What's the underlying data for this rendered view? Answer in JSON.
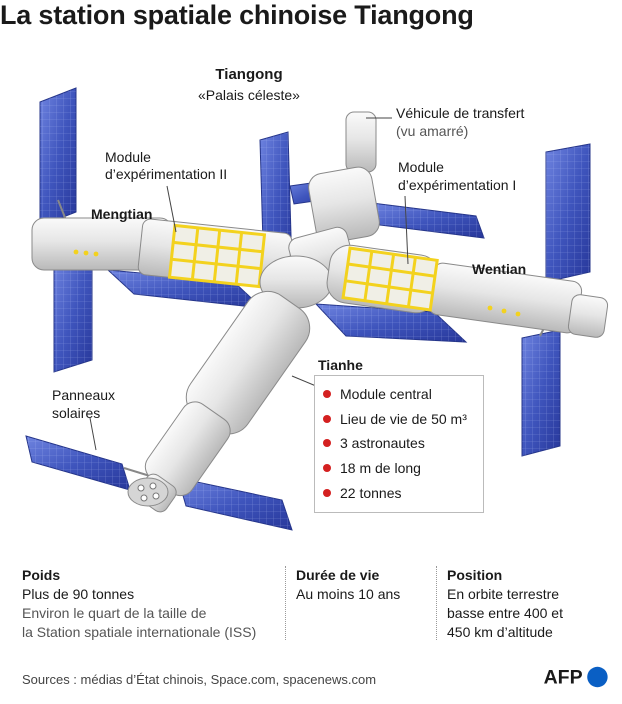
{
  "title": "La station spatiale chinoise Tiangong",
  "station": {
    "name": "Tiangong",
    "nickname": "«Palais céleste»"
  },
  "labels": {
    "exp2_line1": "Module",
    "exp2_line2": "d’expérimentation II",
    "mengtian": "Mengtian",
    "vehicle_line1": "Véhicule de transfert",
    "vehicle_line2": "(vu amarré)",
    "exp1_line1": "Module",
    "exp1_line2": "d’expérimentation I",
    "wentian": "Wentian",
    "tianhe": "Tianhe",
    "panels_line1": "Panneaux",
    "panels_line2": "solaires"
  },
  "tianhe_facts": [
    "Module central",
    "Lieu de vie de 50 m³",
    "3 astronautes",
    "18 m de long",
    "22 tonnes"
  ],
  "stats": [
    {
      "heading": "Poids",
      "lines": [
        "Plus de 90 tonnes",
        "Environ le quart de la taille de",
        "la Station spatiale internationale (ISS)"
      ]
    },
    {
      "heading": "Durée de vie",
      "lines": [
        "Au moins 10 ans"
      ]
    },
    {
      "heading": "Position",
      "lines": [
        "En orbite terrestre",
        "basse entre 400 et",
        "450 km d’altitude"
      ]
    }
  ],
  "source": "Sources : médias d’État chinois, Space.com, spacenews.com",
  "logo": {
    "text": "AFP"
  },
  "colors": {
    "fact_bullet": "#d42020",
    "afp_blue": "#0a5fc4",
    "module_band": "#f3d21e",
    "panel": "#4a5fc4"
  }
}
